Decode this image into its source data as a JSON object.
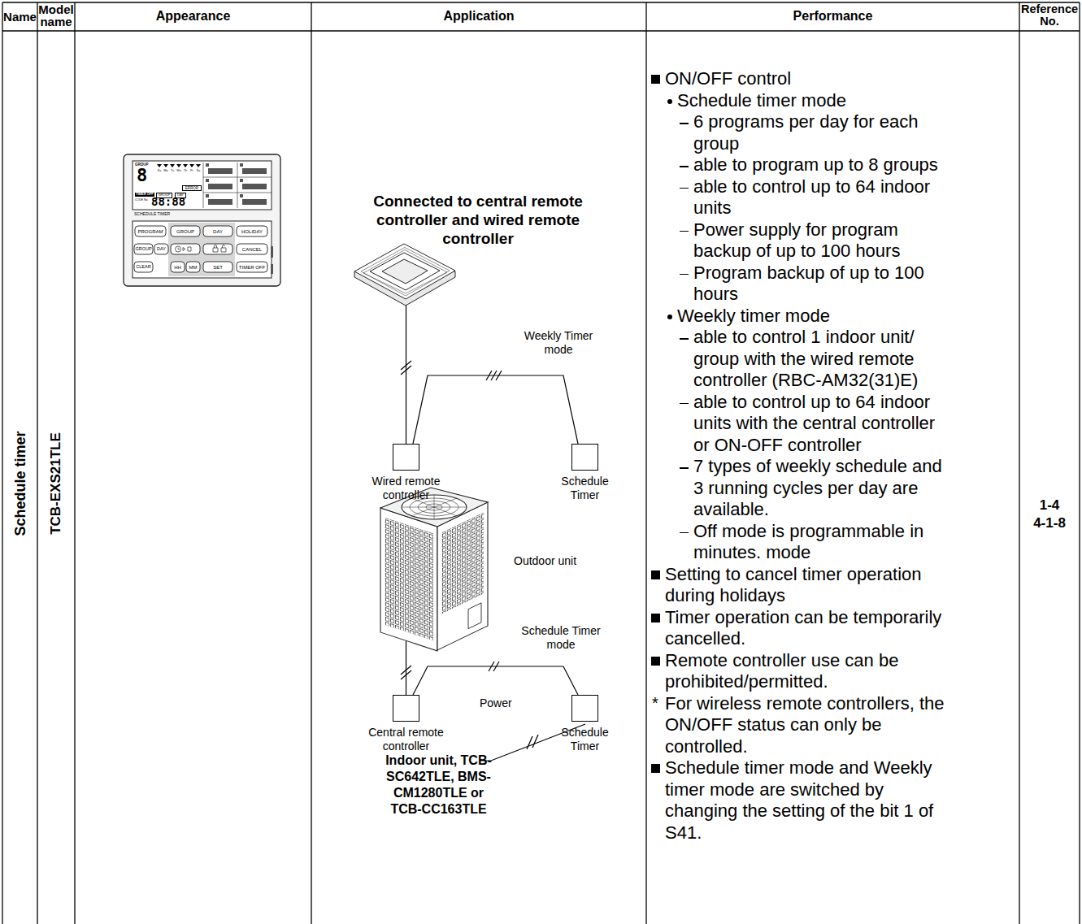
{
  "diagram": {
    "nodes": [
      {
        "text": [
          "Wired remote controller"
        ]
      },
      {
        "text": [
          "Schedule Timer"
        ]
      },
      {
        "text": [
          "Central remote controller"
        ]
      },
      {
        "text": [
          "Schedule Timer"
        ]
      }
    ],
    "edges": [
      {
        "from": 0,
        "to": 1,
        "arrow": "none"
      },
      {
        "from": 2,
        "to": 3,
        "arrow": "none"
      }
    ],
    "labels": [
      "Name",
      "Model name",
      "Appearance",
      "Application",
      "Performance",
      "Reference No.",
      "Schedule timer",
      "TCB-EXS21TLE",
      "SCHEDULE TIMER",
      "GROUP",
      "ERROR",
      "TIMER OFF",
      "GROUP",
      "DAY",
      "8",
      "88:88",
      "PROGRAM",
      "GROUP",
      "DAY",
      "HOLIDAY",
      "GROUP",
      "DAY",
      "CANCEL",
      "CLEAR",
      "HH",
      "MM",
      "SET",
      "TIMER OFF",
      "Connected to central remote controller and wired remote controller",
      "Weekly Timer mode",
      "Outdoor unit",
      "Schedule Timer mode",
      "Power",
      "Indoor unit, TCB-SC642TLE, BMS-CM1280TLE or TCB-CC163TLE",
      "ON/OFF control",
      "Schedule timer mode",
      "6 programs per day for each group",
      "able to program up to 8 groups",
      "able to control up to 64 indoor units",
      "Power supply for program backup of up to 100 hours",
      "Program backup of up to 100 hours",
      "Weekly timer mode",
      "able to control 1 indoor unit/ group with the wired remote controller (RBC-AM32(31)E)",
      "able to control up to 64 indoor units with the central controller or ON-OFF controller",
      "7 types of weekly schedule and 3 running cycles per day are available.",
      "Off mode is programmable in minutes. mode",
      "Setting to cancel timer operation during holidays",
      "Timer operation can be temporarily cancelled.",
      "Remote controller use can be prohibited/permitted.",
      "*",
      "For wireless remote controllers, the ON/OFF status can only be controlled.",
      "Schedule timer mode and Weekly timer mode are switched by changing the setting of the bit 1 of S41.",
      "1-4",
      "4-1-8",
      "Su",
      "Mo",
      "Tu",
      "We",
      "Th",
      "Fr",
      "Sa",
      "CODE No."
    ]
  }
}
